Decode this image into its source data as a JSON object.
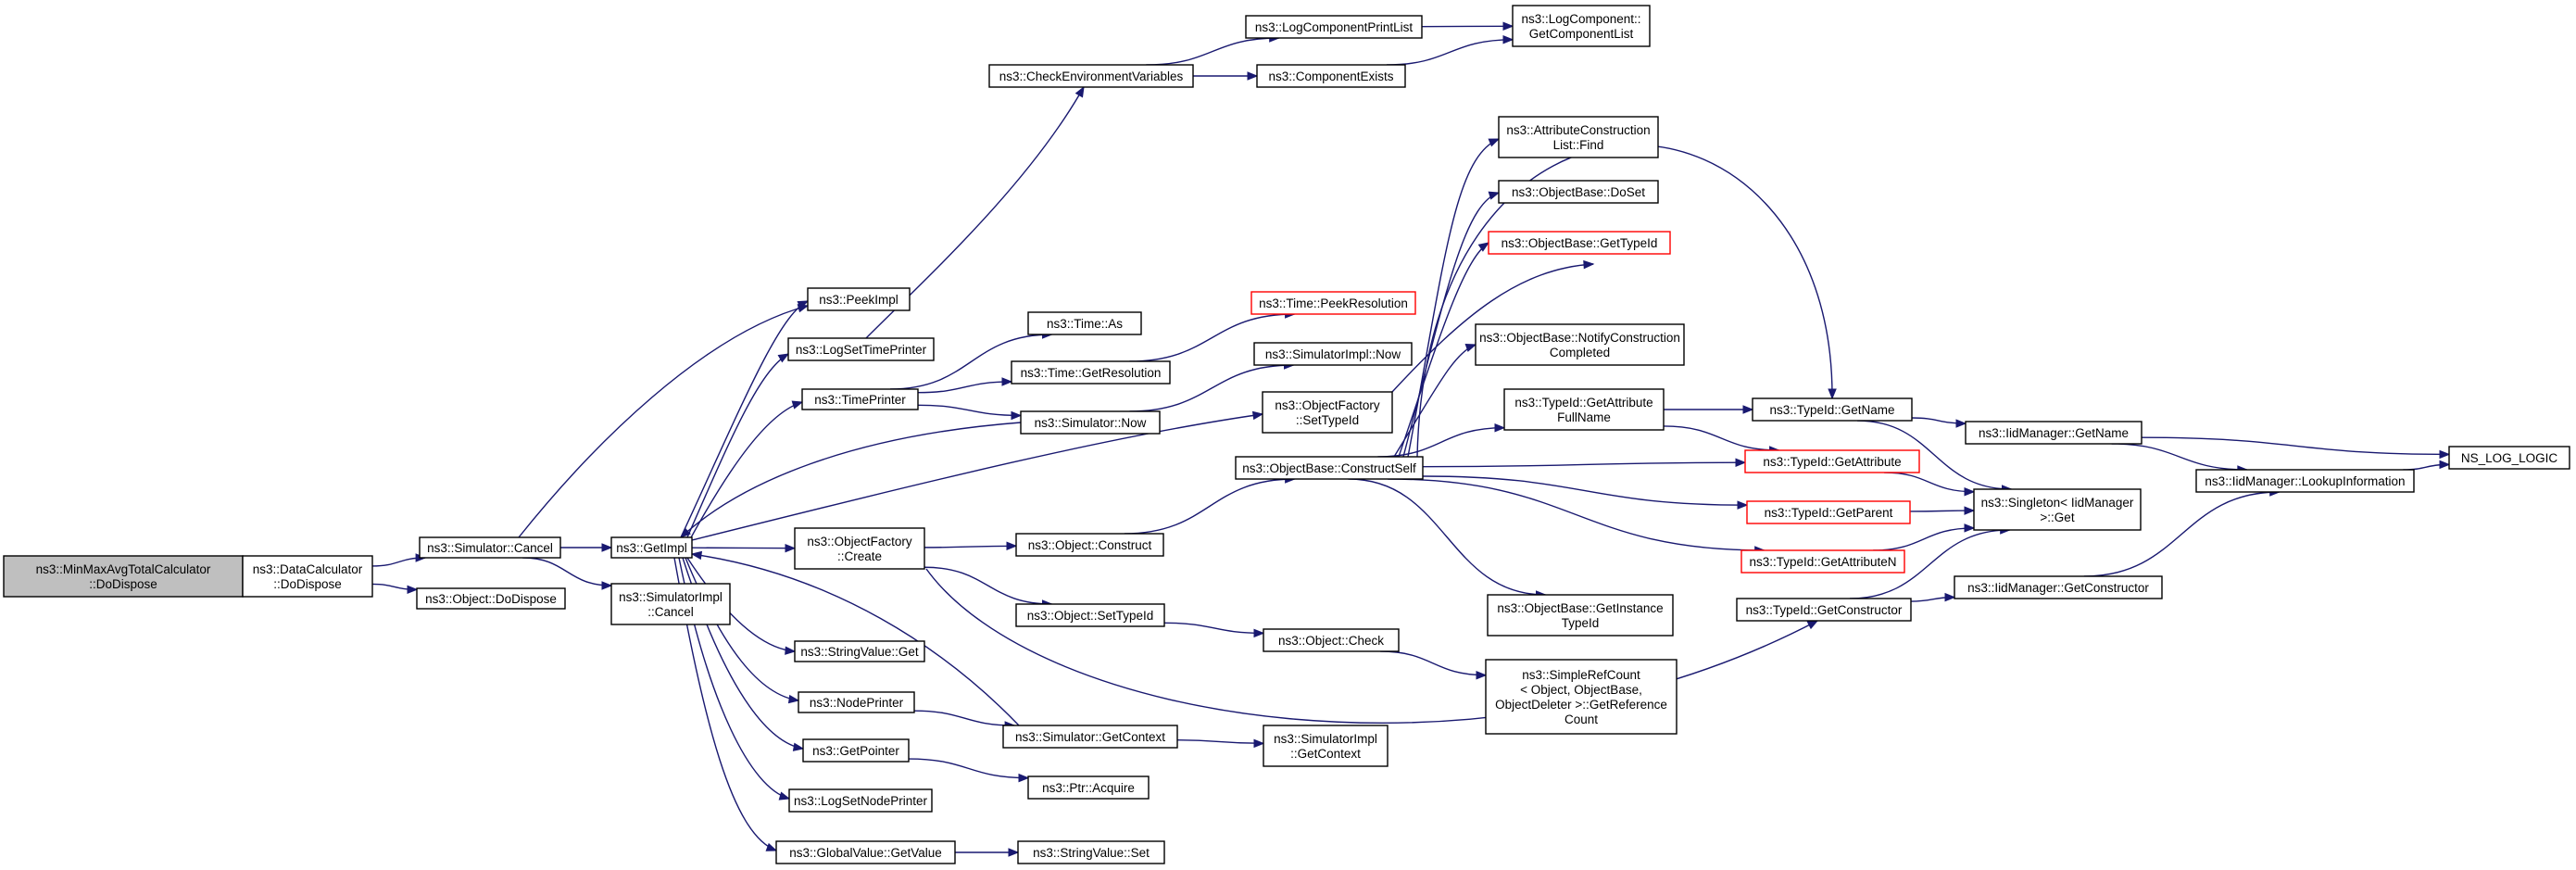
{
  "graph": {
    "nodes": [
      {
        "id": "root",
        "lines": [
          "ns3::MinMaxAvgTotalCalculator",
          "::DoDispose"
        ],
        "root": true
      },
      {
        "id": "dc_dodispose",
        "lines": [
          "ns3::DataCalculator",
          "::DoDispose"
        ]
      },
      {
        "id": "sim_cancel",
        "lines": [
          "ns3::Simulator::Cancel"
        ]
      },
      {
        "id": "obj_dodispose",
        "lines": [
          "ns3::Object::DoDispose"
        ]
      },
      {
        "id": "getimpl",
        "lines": [
          "ns3::GetImpl"
        ]
      },
      {
        "id": "simimpl_cancel",
        "lines": [
          "ns3::SimulatorImpl",
          "::Cancel"
        ]
      },
      {
        "id": "peekimpl",
        "lines": [
          "ns3::PeekImpl"
        ]
      },
      {
        "id": "logsettimeprinter",
        "lines": [
          "ns3::LogSetTimePrinter"
        ]
      },
      {
        "id": "timeprinter",
        "lines": [
          "ns3::TimePrinter"
        ]
      },
      {
        "id": "objfactory_create",
        "lines": [
          "ns3::ObjectFactory",
          "::Create"
        ]
      },
      {
        "id": "stringvalue_get",
        "lines": [
          "ns3::StringValue::Get"
        ]
      },
      {
        "id": "nodeprinter",
        "lines": [
          "ns3::NodePrinter"
        ]
      },
      {
        "id": "getpointer",
        "lines": [
          "ns3::GetPointer"
        ]
      },
      {
        "id": "logsetnodeprinter",
        "lines": [
          "ns3::LogSetNodePrinter"
        ]
      },
      {
        "id": "globalvalue_getvalue",
        "lines": [
          "ns3::GlobalValue::GetValue"
        ]
      },
      {
        "id": "checkenv",
        "lines": [
          "ns3::CheckEnvironmentVariables"
        ]
      },
      {
        "id": "time_as",
        "lines": [
          "ns3::Time::As"
        ]
      },
      {
        "id": "time_getresolution",
        "lines": [
          "ns3::Time::GetResolution"
        ]
      },
      {
        "id": "sim_now",
        "lines": [
          "ns3::Simulator::Now"
        ]
      },
      {
        "id": "obj_construct",
        "lines": [
          "ns3::Object::Construct"
        ]
      },
      {
        "id": "obj_settypeid",
        "lines": [
          "ns3::Object::SetTypeId"
        ]
      },
      {
        "id": "sim_getcontext",
        "lines": [
          "ns3::Simulator::GetContext"
        ]
      },
      {
        "id": "ptr_acquire",
        "lines": [
          "ns3::Ptr::Acquire"
        ]
      },
      {
        "id": "stringvalue_set",
        "lines": [
          "ns3::StringValue::Set"
        ]
      },
      {
        "id": "logcomponentprintlist",
        "lines": [
          "ns3::LogComponentPrintList"
        ]
      },
      {
        "id": "componentexists",
        "lines": [
          "ns3::ComponentExists"
        ]
      },
      {
        "id": "logcomponent_getlist",
        "lines": [
          "ns3::LogComponent::",
          "GetComponentList"
        ]
      },
      {
        "id": "time_peekresolution",
        "lines": [
          "ns3::Time::PeekResolution"
        ],
        "truncated": true
      },
      {
        "id": "simimpl_now",
        "lines": [
          "ns3::SimulatorImpl::Now"
        ]
      },
      {
        "id": "objfactory_settypeid",
        "lines": [
          "ns3::ObjectFactory",
          "::SetTypeId"
        ]
      },
      {
        "id": "objbase_constructself",
        "lines": [
          "ns3::ObjectBase::ConstructSelf"
        ]
      },
      {
        "id": "obj_check",
        "lines": [
          "ns3::Object::Check"
        ]
      },
      {
        "id": "simimpl_getcontext",
        "lines": [
          "ns3::SimulatorImpl",
          "::GetContext"
        ]
      },
      {
        "id": "attrconstr_find",
        "lines": [
          "ns3::AttributeConstruction",
          "List::Find"
        ]
      },
      {
        "id": "objbase_doset",
        "lines": [
          "ns3::ObjectBase::DoSet"
        ]
      },
      {
        "id": "objbase_gettypeid",
        "lines": [
          "ns3::ObjectBase::GetTypeId"
        ],
        "truncated": true
      },
      {
        "id": "objbase_notify",
        "lines": [
          "ns3::ObjectBase::NotifyConstruction",
          "Completed"
        ]
      },
      {
        "id": "typeid_getattrfullname",
        "lines": [
          "ns3::TypeId::GetAttribute",
          "FullName"
        ]
      },
      {
        "id": "objbase_getinstancetypeid",
        "lines": [
          "ns3::ObjectBase::GetInstance",
          "TypeId"
        ]
      },
      {
        "id": "simplerefcount",
        "lines": [
          "ns3::SimpleRefCount",
          "< Object, ObjectBase,",
          "ObjectDeleter >::GetReference",
          "Count"
        ]
      },
      {
        "id": "typeid_getname",
        "lines": [
          "ns3::TypeId::GetName"
        ]
      },
      {
        "id": "typeid_getattribute",
        "lines": [
          "ns3::TypeId::GetAttribute"
        ],
        "truncated": true
      },
      {
        "id": "typeid_getparent",
        "lines": [
          "ns3::TypeId::GetParent"
        ],
        "truncated": true
      },
      {
        "id": "typeid_getattributen",
        "lines": [
          "ns3::TypeId::GetAttributeN"
        ],
        "truncated": true
      },
      {
        "id": "typeid_getconstructor",
        "lines": [
          "ns3::TypeId::GetConstructor"
        ]
      },
      {
        "id": "iidmanager_getname",
        "lines": [
          "ns3::IidManager::GetName"
        ]
      },
      {
        "id": "singleton_get",
        "lines": [
          "ns3::Singleton< IidManager",
          ">::Get"
        ]
      },
      {
        "id": "iidmanager_getconstructor",
        "lines": [
          "ns3::IidManager::GetConstructor"
        ]
      },
      {
        "id": "iidmanager_lookup",
        "lines": [
          "ns3::IidManager::LookupInformation"
        ]
      },
      {
        "id": "ns_log_logic",
        "lines": [
          "NS_LOG_LOGIC"
        ]
      }
    ],
    "edges": [
      [
        "root",
        "dc_dodispose"
      ],
      [
        "dc_dodispose",
        "sim_cancel"
      ],
      [
        "dc_dodispose",
        "obj_dodispose"
      ],
      [
        "sim_cancel",
        "getimpl"
      ],
      [
        "sim_cancel",
        "simimpl_cancel"
      ],
      [
        "sim_cancel",
        "peekimpl"
      ],
      [
        "getimpl",
        "peekimpl"
      ],
      [
        "getimpl",
        "logsettimeprinter"
      ],
      [
        "getimpl",
        "timeprinter"
      ],
      [
        "getimpl",
        "objfactory_create"
      ],
      [
        "getimpl",
        "stringvalue_get"
      ],
      [
        "getimpl",
        "nodeprinter"
      ],
      [
        "getimpl",
        "getpointer"
      ],
      [
        "getimpl",
        "logsetnodeprinter"
      ],
      [
        "getimpl",
        "globalvalue_getvalue"
      ],
      [
        "getimpl",
        "objfactory_settypeid"
      ],
      [
        "logsettimeprinter",
        "checkenv"
      ],
      [
        "checkenv",
        "logcomponentprintlist"
      ],
      [
        "checkenv",
        "componentexists"
      ],
      [
        "logcomponentprintlist",
        "logcomponent_getlist"
      ],
      [
        "componentexists",
        "logcomponent_getlist"
      ],
      [
        "timeprinter",
        "time_as"
      ],
      [
        "timeprinter",
        "time_getresolution"
      ],
      [
        "timeprinter",
        "sim_now"
      ],
      [
        "time_getresolution",
        "time_peekresolution"
      ],
      [
        "sim_now",
        "getimpl"
      ],
      [
        "sim_now",
        "simimpl_now"
      ],
      [
        "objfactory_create",
        "obj_construct"
      ],
      [
        "objfactory_create",
        "obj_settypeid"
      ],
      [
        "objfactory_create",
        "typeid_getconstructor"
      ],
      [
        "obj_construct",
        "objbase_constructself"
      ],
      [
        "obj_settypeid",
        "obj_check"
      ],
      [
        "obj_check",
        "simplerefcount"
      ],
      [
        "nodeprinter",
        "sim_getcontext"
      ],
      [
        "sim_getcontext",
        "getimpl"
      ],
      [
        "sim_getcontext",
        "simimpl_getcontext"
      ],
      [
        "getpointer",
        "ptr_acquire"
      ],
      [
        "globalvalue_getvalue",
        "stringvalue_set"
      ],
      [
        "objfactory_settypeid",
        "typeid_getname"
      ],
      [
        "objbase_constructself",
        "attrconstr_find"
      ],
      [
        "objbase_constructself",
        "objbase_doset"
      ],
      [
        "objbase_constructself",
        "objbase_gettypeid"
      ],
      [
        "objbase_constructself",
        "objbase_notify"
      ],
      [
        "objbase_constructself",
        "typeid_getattrfullname"
      ],
      [
        "objbase_constructself",
        "objbase_getinstancetypeid"
      ],
      [
        "objbase_constructself",
        "typeid_getname"
      ],
      [
        "objbase_constructself",
        "typeid_getattribute"
      ],
      [
        "objbase_constructself",
        "typeid_getparent"
      ],
      [
        "objbase_constructself",
        "typeid_getattributen"
      ],
      [
        "typeid_getattrfullname",
        "typeid_getname"
      ],
      [
        "typeid_getattrfullname",
        "typeid_getattribute"
      ],
      [
        "typeid_getname",
        "iidmanager_getname"
      ],
      [
        "typeid_getname",
        "singleton_get"
      ],
      [
        "typeid_getattribute",
        "singleton_get"
      ],
      [
        "typeid_getparent",
        "singleton_get"
      ],
      [
        "typeid_getattributen",
        "singleton_get"
      ],
      [
        "typeid_getconstructor",
        "singleton_get"
      ],
      [
        "typeid_getconstructor",
        "iidmanager_getconstructor"
      ],
      [
        "iidmanager_getname",
        "iidmanager_lookup"
      ],
      [
        "iidmanager_getname",
        "ns_log_logic"
      ],
      [
        "iidmanager_getconstructor",
        "iidmanager_lookup"
      ],
      [
        "iidmanager_lookup",
        "ns_log_logic"
      ]
    ]
  }
}
